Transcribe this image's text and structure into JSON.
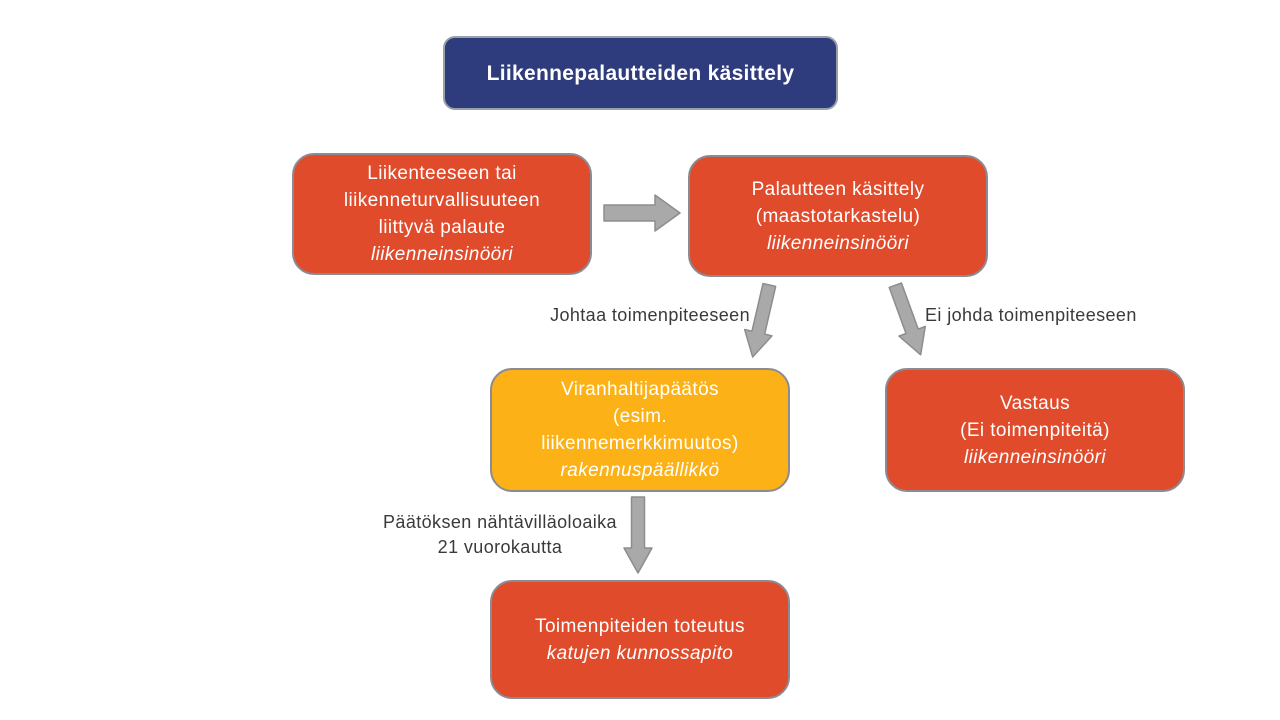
{
  "title": "Liikennepalautteiden käsittely",
  "boxes": {
    "feedback": {
      "lines": [
        "Liikenteeseen tai",
        "liikenneturvallisuuteen",
        "liittyvä palaute"
      ],
      "role": "liikenneinsinööri"
    },
    "processing": {
      "lines": [
        "Palautteen käsittely",
        "(maastotarkastelu)"
      ],
      "role": "liikenneinsinööri"
    },
    "decision": {
      "lines": [
        "Viranhaltijapäätös",
        "(esim.",
        "liikennemerkkimuutos)"
      ],
      "role": "rakennuspäällikkö"
    },
    "response": {
      "lines": [
        "Vastaus",
        "(Ei toimenpiteitä)"
      ],
      "role": "liikenneinsinööri"
    },
    "implementation": {
      "lines": [
        "Toimenpiteiden  toteutus"
      ],
      "role": "katujen kunnossapito"
    }
  },
  "labels": {
    "leads_to_action": "Johtaa toimenpiteeseen",
    "no_action": "Ei johda toimenpiteeseen",
    "display_period_line1": "Päätöksen nähtävilläoloaika",
    "display_period_line2": "21 vuorokautta"
  },
  "colors": {
    "title_bg": "#2E3B7D",
    "box_orange": "#E04B2B",
    "box_yellow": "#FCB117",
    "box_text": "#FFFFFF",
    "arrow_fill": "#A9A9A9",
    "arrow_stroke": "#8D8D8D",
    "label_text": "#3A3A3A",
    "background": "#FFFFFF"
  }
}
